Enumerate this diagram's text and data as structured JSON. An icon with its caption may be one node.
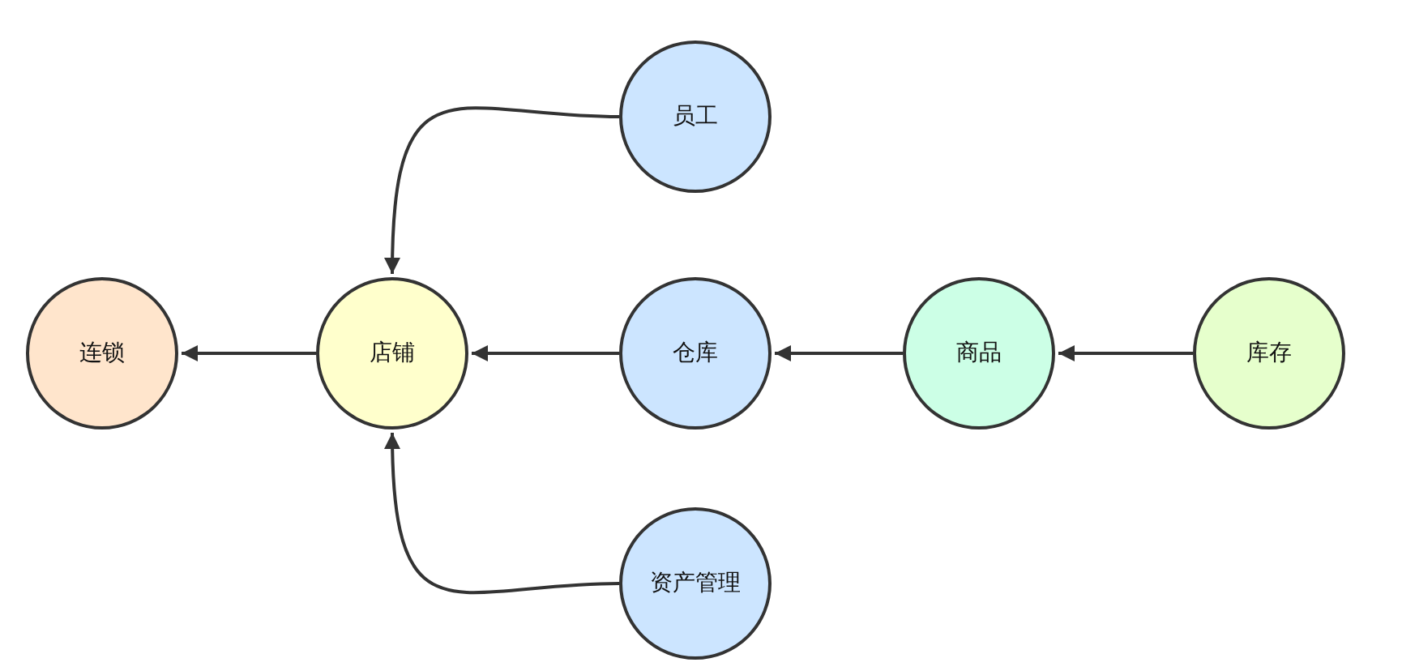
{
  "diagram": {
    "nodes": [
      {
        "text": [
          "员工"
        ]
      },
      {
        "text": [
          "连锁"
        ]
      },
      {
        "text": [
          "店铺"
        ]
      },
      {
        "text": [
          "仓库"
        ]
      },
      {
        "text": [
          "商品"
        ]
      },
      {
        "text": [
          "库存"
        ]
      },
      {
        "text": [
          "资产管理"
        ]
      }
    ],
    "edges": [
      {
        "from": 2,
        "to": 1,
        "arrow": "to"
      },
      {
        "from": 3,
        "to": 2,
        "arrow": "to"
      },
      {
        "from": 4,
        "to": 3,
        "arrow": "to"
      },
      {
        "from": 5,
        "to": 4,
        "arrow": "to"
      },
      {
        "from": 0,
        "to": 2,
        "arrow": "to"
      },
      {
        "from": 6,
        "to": 2,
        "arrow": "to"
      }
    ]
  }
}
